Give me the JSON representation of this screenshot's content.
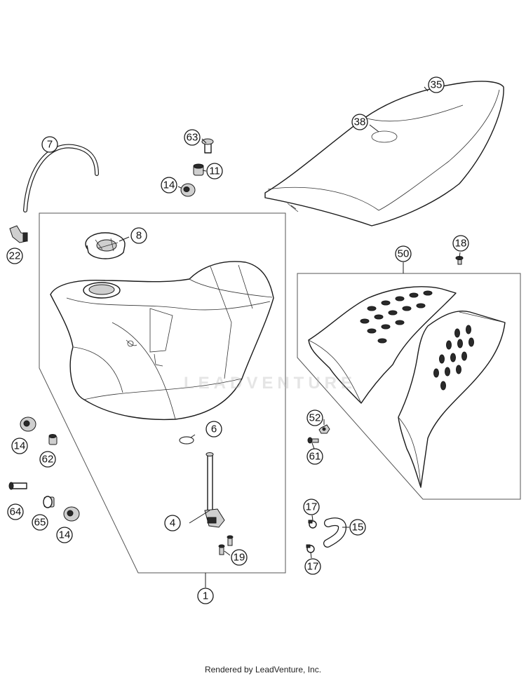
{
  "watermark_text": "LEADVENTURE",
  "footer_text": "Rendered by LeadVenture, Inc.",
  "callouts": [
    "35",
    "38",
    "7",
    "63",
    "11",
    "14",
    "8",
    "22",
    "50",
    "18",
    "6",
    "14",
    "62",
    "52",
    "61",
    "64",
    "65",
    "14",
    "4",
    "17",
    "15",
    "19",
    "17",
    "1"
  ]
}
